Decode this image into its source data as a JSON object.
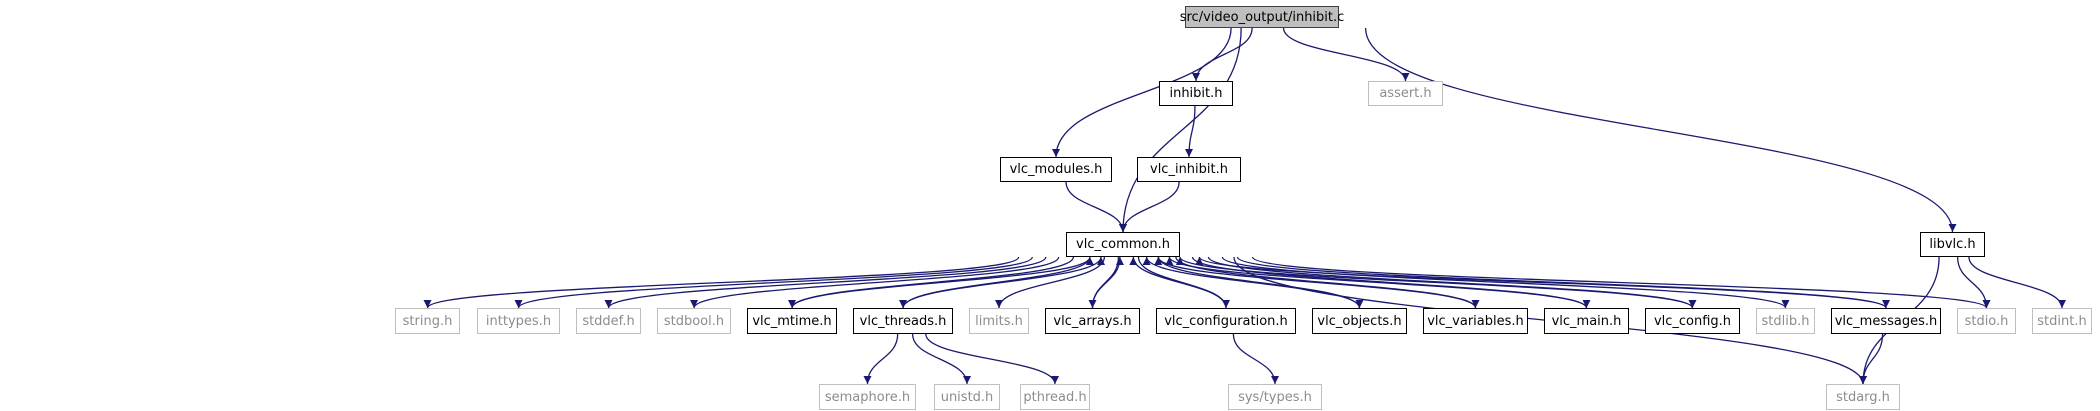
{
  "colors": {
    "edge": "#191970",
    "root_fill": "#bfbfbf",
    "dim_border": "#bfbfbf",
    "dim_text": "#8c8c8c"
  },
  "nodes": [
    {
      "id": "root",
      "label": "src/video_output/inhibit.c",
      "kind": "root"
    },
    {
      "id": "inhibit_h",
      "label": "inhibit.h",
      "kind": "main"
    },
    {
      "id": "assert_h",
      "label": "assert.h",
      "kind": "dim"
    },
    {
      "id": "vlc_modules_h",
      "label": "vlc_modules.h",
      "kind": "main"
    },
    {
      "id": "vlc_inhibit_h",
      "label": "vlc_inhibit.h",
      "kind": "main"
    },
    {
      "id": "vlc_common_h",
      "label": "vlc_common.h",
      "kind": "main"
    },
    {
      "id": "libvlc_h",
      "label": "libvlc.h",
      "kind": "main"
    },
    {
      "id": "string_h",
      "label": "string.h",
      "kind": "dim"
    },
    {
      "id": "inttypes_h",
      "label": "inttypes.h",
      "kind": "dim"
    },
    {
      "id": "stddef_h",
      "label": "stddef.h",
      "kind": "dim"
    },
    {
      "id": "stdbool_h",
      "label": "stdbool.h",
      "kind": "dim"
    },
    {
      "id": "vlc_mtime_h",
      "label": "vlc_mtime.h",
      "kind": "main"
    },
    {
      "id": "vlc_threads_h",
      "label": "vlc_threads.h",
      "kind": "main"
    },
    {
      "id": "limits_h",
      "label": "limits.h",
      "kind": "dim"
    },
    {
      "id": "vlc_arrays_h",
      "label": "vlc_arrays.h",
      "kind": "main"
    },
    {
      "id": "vlc_configuration_h",
      "label": "vlc_configuration.h",
      "kind": "main"
    },
    {
      "id": "vlc_objects_h",
      "label": "vlc_objects.h",
      "kind": "main"
    },
    {
      "id": "vlc_variables_h",
      "label": "vlc_variables.h",
      "kind": "main"
    },
    {
      "id": "vlc_main_h",
      "label": "vlc_main.h",
      "kind": "main"
    },
    {
      "id": "vlc_config_h",
      "label": "vlc_config.h",
      "kind": "main"
    },
    {
      "id": "stdlib_h",
      "label": "stdlib.h",
      "kind": "dim"
    },
    {
      "id": "vlc_messages_h",
      "label": "vlc_messages.h",
      "kind": "main"
    },
    {
      "id": "stdio_h",
      "label": "stdio.h",
      "kind": "dim"
    },
    {
      "id": "stdint_h",
      "label": "stdint.h",
      "kind": "dim"
    },
    {
      "id": "semaphore_h",
      "label": "semaphore.h",
      "kind": "dim"
    },
    {
      "id": "unistd_h",
      "label": "unistd.h",
      "kind": "dim"
    },
    {
      "id": "pthread_h",
      "label": "pthread.h",
      "kind": "dim"
    },
    {
      "id": "sys_types_h",
      "label": "sys/types.h",
      "kind": "dim"
    },
    {
      "id": "stdarg_h",
      "label": "stdarg.h",
      "kind": "dim"
    }
  ],
  "edges": [
    [
      "root",
      "inhibit_h"
    ],
    [
      "root",
      "assert_h"
    ],
    [
      "root",
      "vlc_modules_h"
    ],
    [
      "root",
      "vlc_common_h"
    ],
    [
      "root",
      "libvlc_h"
    ],
    [
      "inhibit_h",
      "vlc_inhibit_h"
    ],
    [
      "vlc_inhibit_h",
      "vlc_common_h"
    ],
    [
      "vlc_modules_h",
      "vlc_common_h"
    ],
    [
      "vlc_common_h",
      "string_h"
    ],
    [
      "vlc_common_h",
      "inttypes_h"
    ],
    [
      "vlc_common_h",
      "stddef_h"
    ],
    [
      "vlc_common_h",
      "stdbool_h"
    ],
    [
      "vlc_common_h",
      "vlc_mtime_h"
    ],
    [
      "vlc_common_h",
      "vlc_threads_h"
    ],
    [
      "vlc_common_h",
      "limits_h"
    ],
    [
      "vlc_common_h",
      "vlc_arrays_h"
    ],
    [
      "vlc_common_h",
      "vlc_configuration_h"
    ],
    [
      "vlc_common_h",
      "vlc_objects_h"
    ],
    [
      "vlc_common_h",
      "vlc_variables_h"
    ],
    [
      "vlc_common_h",
      "vlc_main_h"
    ],
    [
      "vlc_common_h",
      "vlc_config_h"
    ],
    [
      "vlc_common_h",
      "stdlib_h"
    ],
    [
      "vlc_common_h",
      "vlc_messages_h"
    ],
    [
      "vlc_common_h",
      "stdio_h"
    ],
    [
      "vlc_common_h",
      "stdarg_h"
    ],
    [
      "vlc_mtime_h",
      "vlc_common_h"
    ],
    [
      "vlc_threads_h",
      "vlc_common_h"
    ],
    [
      "vlc_arrays_h",
      "vlc_common_h"
    ],
    [
      "vlc_configuration_h",
      "vlc_common_h"
    ],
    [
      "vlc_objects_h",
      "vlc_common_h"
    ],
    [
      "vlc_variables_h",
      "vlc_common_h"
    ],
    [
      "vlc_main_h",
      "vlc_common_h"
    ],
    [
      "vlc_config_h",
      "vlc_common_h"
    ],
    [
      "vlc_messages_h",
      "vlc_common_h"
    ],
    [
      "vlc_threads_h",
      "semaphore_h"
    ],
    [
      "vlc_threads_h",
      "unistd_h"
    ],
    [
      "vlc_threads_h",
      "pthread_h"
    ],
    [
      "vlc_configuration_h",
      "sys_types_h"
    ],
    [
      "vlc_messages_h",
      "stdarg_h"
    ],
    [
      "libvlc_h",
      "stdio_h"
    ],
    [
      "libvlc_h",
      "stdint_h"
    ],
    [
      "libvlc_h",
      "stdarg_h"
    ]
  ]
}
